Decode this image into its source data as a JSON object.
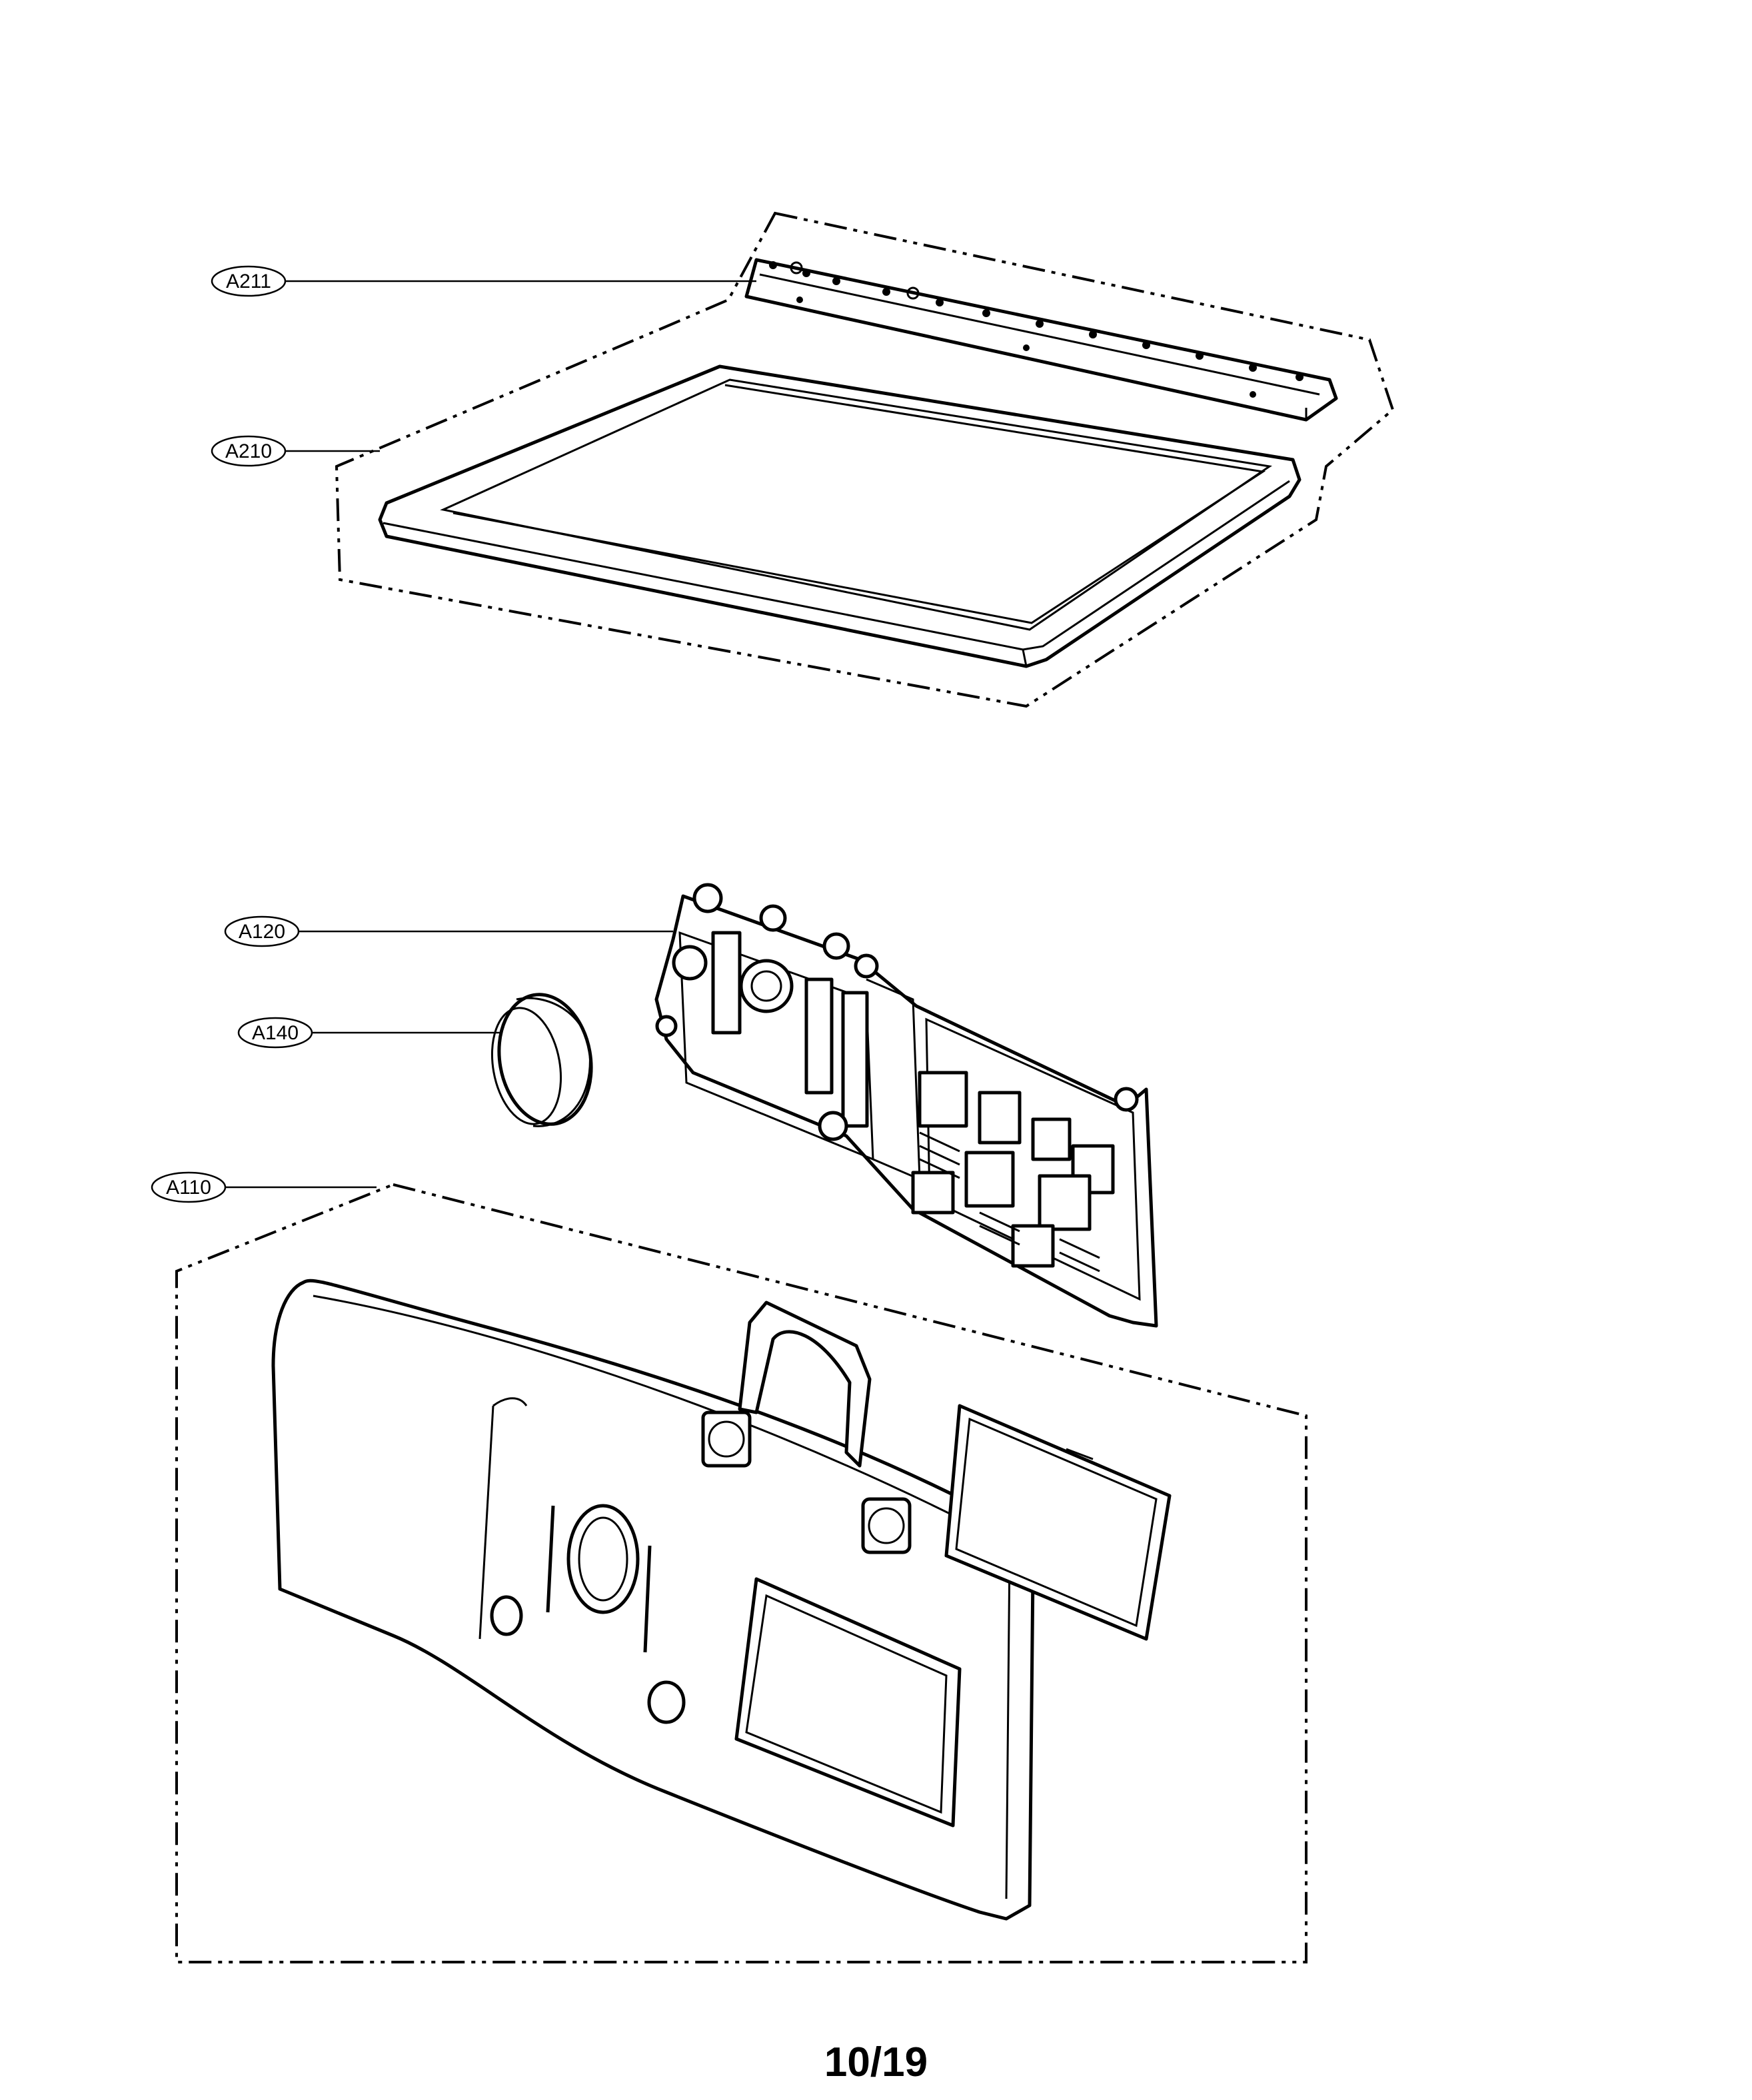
{
  "callouts": [
    {
      "id": "A211",
      "label": "A211"
    },
    {
      "id": "A210",
      "label": "A210"
    },
    {
      "id": "A120",
      "label": "A120"
    },
    {
      "id": "A140",
      "label": "A140"
    },
    {
      "id": "A110",
      "label": "A110"
    }
  ],
  "page_number": "10/19"
}
